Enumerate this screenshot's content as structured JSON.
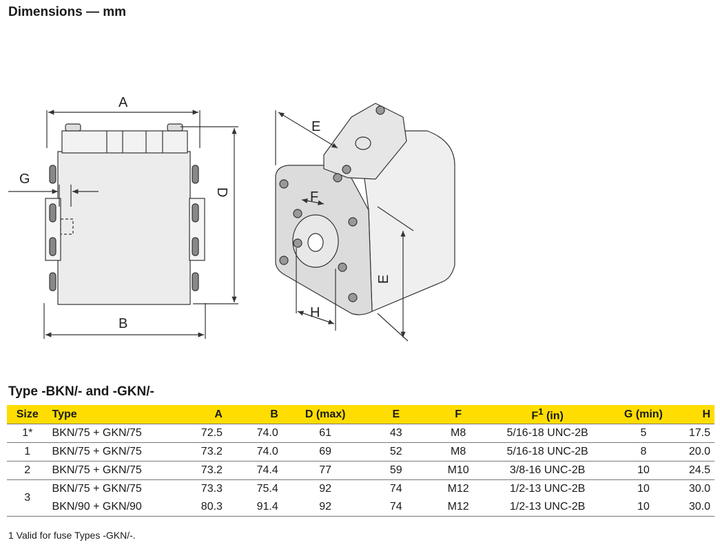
{
  "page": {
    "heading": "Dimensions — mm",
    "section_title": "Type -BKN/- and -GKN/-",
    "footnote": "1  Valid for fuse Types -GKN/-."
  },
  "drawing": {
    "labels": {
      "A": "A",
      "B": "B",
      "D": "D",
      "G": "G",
      "E_top": "E",
      "E_side": "E",
      "F": "F",
      "H": "H"
    }
  },
  "table": {
    "headers": {
      "size": "Size",
      "type": "Type",
      "a": "A",
      "b": "B",
      "d": "D (max)",
      "e": "E",
      "f": "F",
      "f1": "F",
      "f1_sup": "1",
      "f1_unit": " (in)",
      "g": "G (min)",
      "h": "H"
    },
    "rows": [
      {
        "size": "1*",
        "type": "BKN/75 + GKN/75",
        "a": "72.5",
        "b": "74.0",
        "d": "61",
        "e": "43",
        "f": "M8",
        "f1": "5/16-18 UNC-2B",
        "g": "5",
        "h": "17.5"
      },
      {
        "size": "1",
        "type": "BKN/75 + GKN/75",
        "a": "73.2",
        "b": "74.0",
        "d": "69",
        "e": "52",
        "f": "M8",
        "f1": "5/16-18 UNC-2B",
        "g": "8",
        "h": "20.0"
      },
      {
        "size": "2",
        "type": "BKN/75 + GKN/75",
        "a": "73.2",
        "b": "74.4",
        "d": "77",
        "e": "59",
        "f": "M10",
        "f1": "3/8-16 UNC-2B",
        "g": "10",
        "h": "24.5"
      },
      {
        "size": "3",
        "type": "BKN/75 + GKN/75",
        "a": "73.3",
        "b": "75.4",
        "d": "92",
        "e": "74",
        "f": "M12",
        "f1": "1/2-13 UNC-2B",
        "g": "10",
        "h": "30.0"
      },
      {
        "size": "",
        "type": "BKN/90 + GKN/90",
        "a": "80.3",
        "b": "91.4",
        "d": "92",
        "e": "74",
        "f": "M12",
        "f1": "1/2-13 UNC-2B",
        "g": "10",
        "h": "30.0"
      }
    ]
  }
}
